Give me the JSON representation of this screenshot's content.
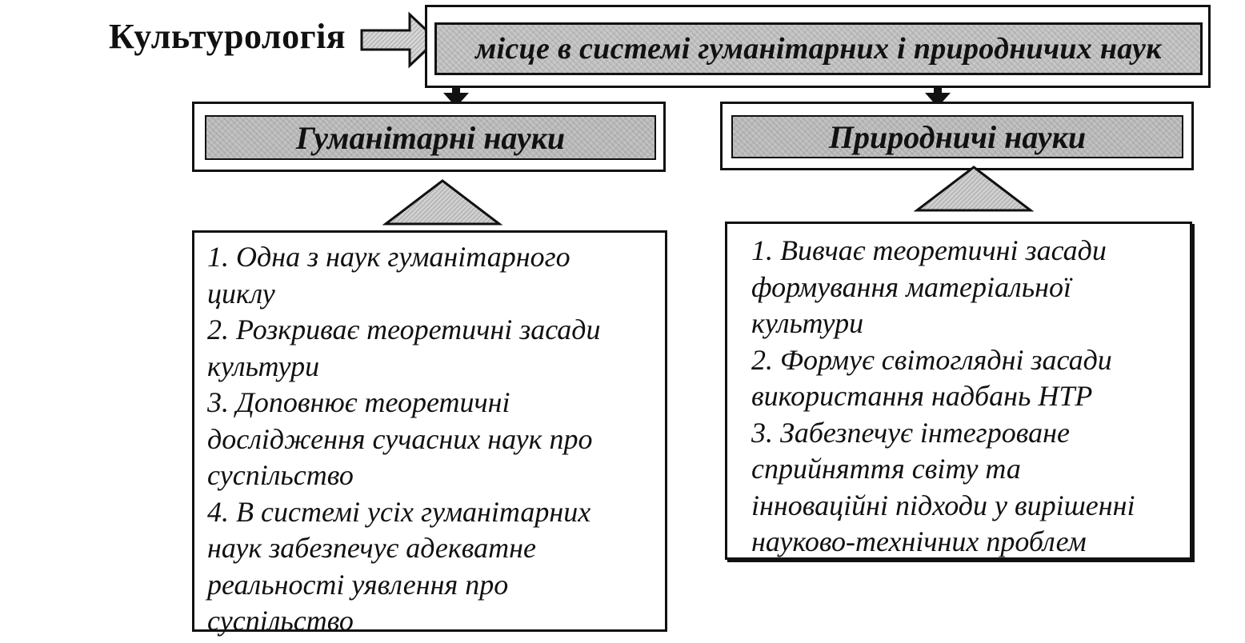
{
  "diagram": {
    "title": "Культурологія",
    "top_box": "місце в системі гуманітарних і природничих наук",
    "humanities": {
      "heading": "Гуманітарні науки",
      "lines": [
        "1. Одна з наук гуманітарного",
        "циклу",
        "2. Розкриває теоретичні засади",
        "культури",
        "3. Доповнює теоретичні",
        "дослідження сучасних наук про",
        "суспільство",
        "4. В системі усіх гуманітарних",
        "наук забезпечує адекватне",
        "реальності уявлення про",
        "суспільство"
      ]
    },
    "natural": {
      "heading": "Природничі науки",
      "lines": [
        "1. Вивчає теоретичні засади",
        "формування матеріальної",
        "культури",
        "2. Формує світоглядні засади",
        "використання надбань НТР",
        "3. Забезпечує інтегроване",
        "сприйняття світу та",
        "інноваційні підходи у вирішенні",
        "науково-технічних проблем"
      ]
    },
    "colors": {
      "border": "#111111",
      "shading": "#c4c4c4",
      "background": "#ffffff"
    }
  }
}
